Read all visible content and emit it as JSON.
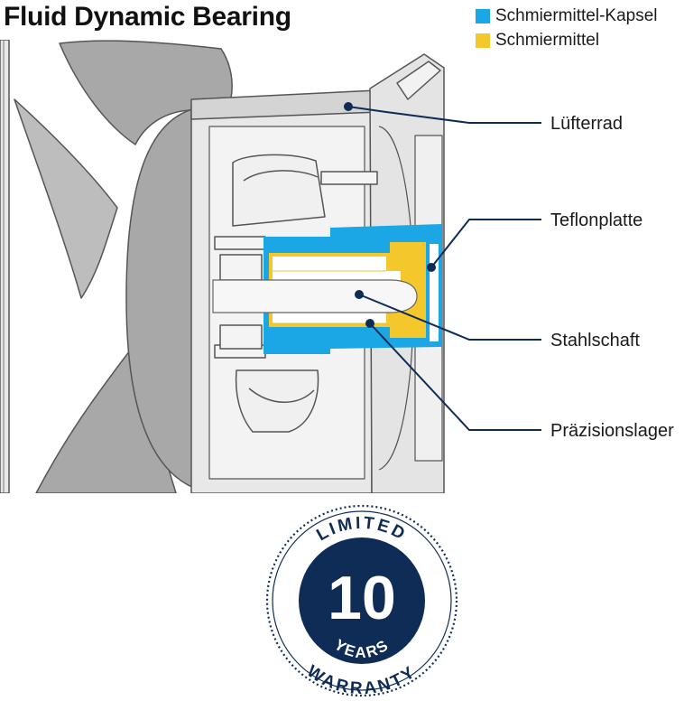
{
  "title": "Fluid Dynamic Bearing",
  "legend": [
    {
      "label": "Schmiermittel-Kapsel",
      "color": "#1ba6e6"
    },
    {
      "label": "Schmiermittel",
      "color": "#f4c82b"
    }
  ],
  "callouts": {
    "luefterrad": "Lüfterrad",
    "teflonplatte": "Teflonplatte",
    "stahlschaft": "Stahlschaft",
    "praezisionslager": "Präzisionslager"
  },
  "badge": {
    "top_text": "LIMITED",
    "number": "10",
    "years": "YEARS",
    "bottom_text": "WARRANTY",
    "color": "#0f2c57"
  },
  "colors": {
    "fan_gray": "#a8a8a8",
    "frame_light": "#e8e8e8",
    "outline": "#555555",
    "leader": "#0f2c57"
  }
}
